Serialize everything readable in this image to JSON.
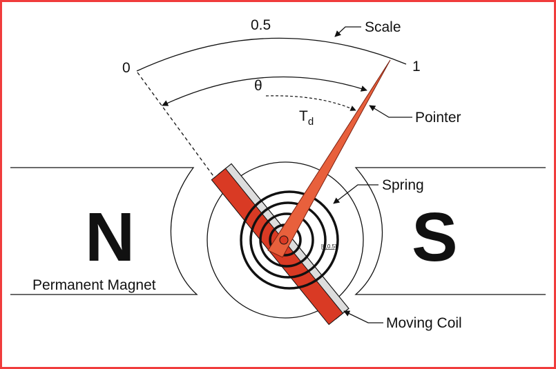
{
  "labels": {
    "scale_zero": "0",
    "scale_half": "0.5",
    "scale_one": "1",
    "scale": "Scale",
    "theta": "θ",
    "td_main": "T",
    "td_sub": "d",
    "pointer": "Pointer",
    "spring": "Spring",
    "north": "N",
    "south": "S",
    "permanent_magnet": "Permanent Magnet",
    "moving_coil": "Moving Coil",
    "small_tag": "[0,0.5]"
  },
  "colors": {
    "border": "#f03c3c",
    "coil": "#d93a24",
    "pointer": "#e8603c",
    "line": "#111111"
  }
}
